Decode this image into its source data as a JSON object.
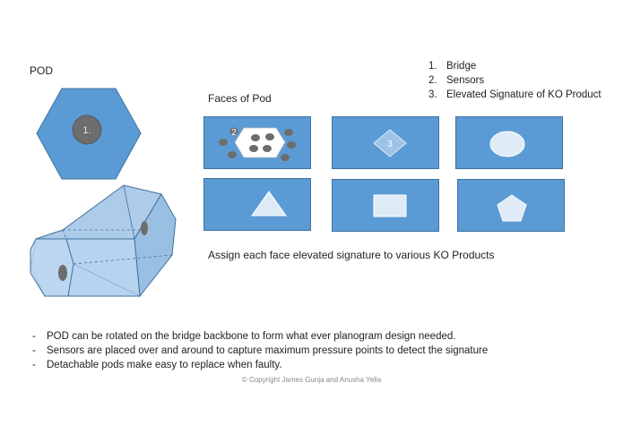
{
  "pod_label": "POD",
  "hexagon_label": "1.",
  "faces_title": "Faces of Pod",
  "face_labels": {
    "bridge_face": "2",
    "diamond_face": "3"
  },
  "legend": [
    {
      "num": "1.",
      "text": "Bridge"
    },
    {
      "num": "2.",
      "text": "Sensors"
    },
    {
      "num": "3.",
      "text": "Elevated Signature of KO Product"
    }
  ],
  "assign_text": "Assign each face elevated signature to various KO Products",
  "bullets": [
    "POD can be rotated on the bridge backbone to form what ever planogram design needed.",
    "Sensors are placed over and around to capture maximum pressure points to detect the signature",
    "Detachable pods make easy to replace when faulty."
  ],
  "copyright": "© Copyright James Gunja and Anusha Yella",
  "colors": {
    "face_blue": "#5b9bd5",
    "face_border": "#41719c",
    "prism_fill": "#9dc3e6",
    "sensor_gray": "#6d6d6d",
    "signature_fill": "#deebf7"
  }
}
